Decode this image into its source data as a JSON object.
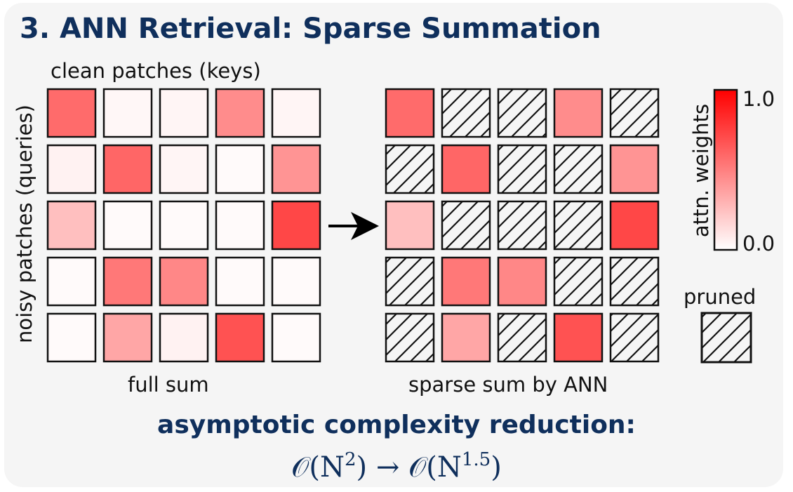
{
  "title": "3. ANN Retrieval: Sparse Summation",
  "labels": {
    "top": "clean patches (keys)",
    "left": "noisy patches (queries)",
    "full": "full sum",
    "sparse": "sparse sum by ANN",
    "colorbar_title": "attn. weights",
    "colorbar_max": "1.0",
    "colorbar_min": "0.0",
    "pruned": "pruned"
  },
  "subtitle": "asymptotic complexity reduction:",
  "formula": {
    "lhs_o": "𝒪",
    "lhs_open": "(N",
    "lhs_exp": "2",
    "lhs_close": ")",
    "arrow": " → ",
    "rhs_o": "𝒪",
    "rhs_open": "(N",
    "rhs_exp": "1.5",
    "rhs_close": ")"
  },
  "colors": {
    "heading": "#0f2f5c",
    "max": "#ff0000",
    "min": "#ffffff"
  },
  "matrix": {
    "weights": [
      [
        0.58,
        0.03,
        0.04,
        0.45,
        0.04
      ],
      [
        0.05,
        0.6,
        0.04,
        0.02,
        0.42
      ],
      [
        0.25,
        0.02,
        0.02,
        0.02,
        0.72
      ],
      [
        0.02,
        0.53,
        0.47,
        0.02,
        0.02
      ],
      [
        0.02,
        0.35,
        0.05,
        0.68,
        0.02
      ]
    ],
    "kept": [
      [
        true,
        false,
        false,
        true,
        false
      ],
      [
        false,
        true,
        false,
        false,
        true
      ],
      [
        true,
        false,
        false,
        false,
        true
      ],
      [
        false,
        true,
        true,
        false,
        false
      ],
      [
        false,
        true,
        false,
        true,
        false
      ]
    ]
  }
}
